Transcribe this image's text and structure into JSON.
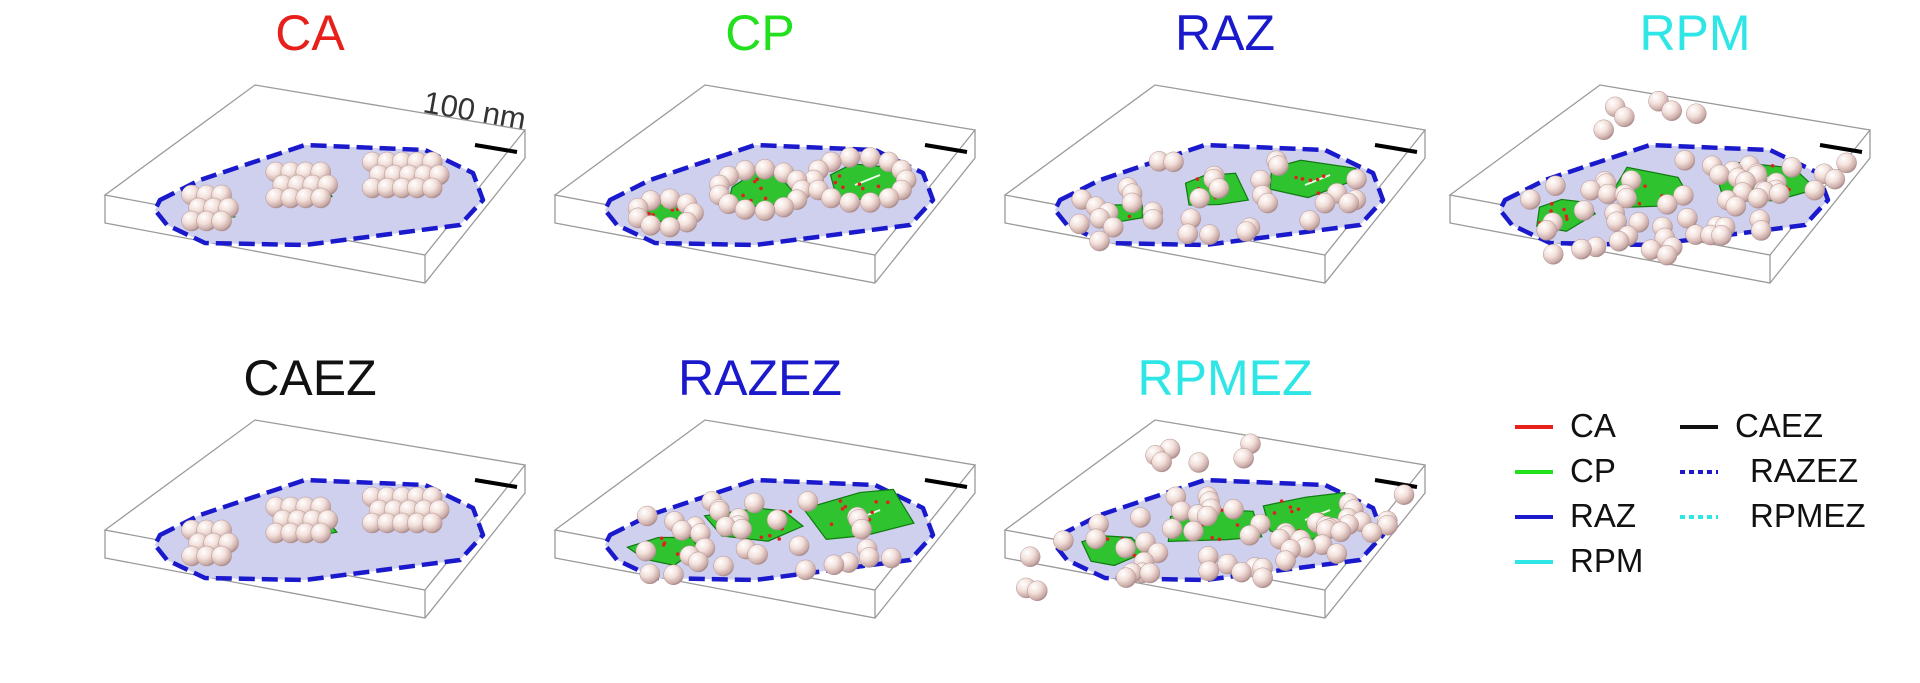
{
  "panels": [
    {
      "id": "CA",
      "title": "CA",
      "color": "#e8201c",
      "spheres": "clustered",
      "clusters": 3,
      "exterior_spheres": false,
      "patches": "small",
      "scale_label": "100 nm"
    },
    {
      "id": "CP",
      "title": "CP",
      "color": "#22e01e",
      "spheres": "rim",
      "clusters": 3,
      "exterior_spheres": false,
      "patches": "medium"
    },
    {
      "id": "RAZ",
      "title": "RAZ",
      "color": "#1a1acc",
      "spheres": "scattered",
      "clusters": 3,
      "exterior_spheres": false,
      "patches": "medium"
    },
    {
      "id": "RPM",
      "title": "RPM",
      "color": "#2ee6e6",
      "spheres": "scattered",
      "clusters": 3,
      "exterior_spheres": true,
      "patches": "large"
    },
    {
      "id": "CAEZ",
      "title": "CAEZ",
      "color": "#111111",
      "spheres": "clustered",
      "clusters": 3,
      "exterior_spheres": false,
      "patches": "small"
    },
    {
      "id": "RAZEZ",
      "title": "RAZEZ",
      "color": "#1a1acc",
      "spheres": "scattered",
      "clusters": 3,
      "exterior_spheres": false,
      "patches": "large"
    },
    {
      "id": "RPMEZ",
      "title": "RPMEZ",
      "color": "#2ee6e6",
      "spheres": "scattered",
      "clusters": 3,
      "exterior_spheres": true,
      "patches": "large"
    }
  ],
  "legend": [
    {
      "label": "CA",
      "color": "#e8201c",
      "style": "solid"
    },
    {
      "label": "CP",
      "color": "#22e01e",
      "style": "solid"
    },
    {
      "label": "RAZ",
      "color": "#1a1acc",
      "style": "solid"
    },
    {
      "label": "RPM",
      "color": "#2ee6e6",
      "style": "solid"
    },
    {
      "label": "CAEZ",
      "color": "#111111",
      "style": "solid"
    },
    {
      "label": "RAZEZ",
      "color": "#1a1acc",
      "style": "dotted"
    },
    {
      "label": "RPMEZ",
      "color": "#2ee6e6",
      "style": "dotted"
    }
  ],
  "colors": {
    "box_edge": "#9a9a9a",
    "zone_fill": "#cfcfee",
    "zone_border": "#1a1acc",
    "patch_fill": "#2fc42f",
    "patch_edge": "#0f7a0f",
    "sphere_light": "#ffffff",
    "sphere_mid": "#f0d8d2",
    "sphere_dark": "#a88a8a",
    "red_dot": "#e02020"
  }
}
